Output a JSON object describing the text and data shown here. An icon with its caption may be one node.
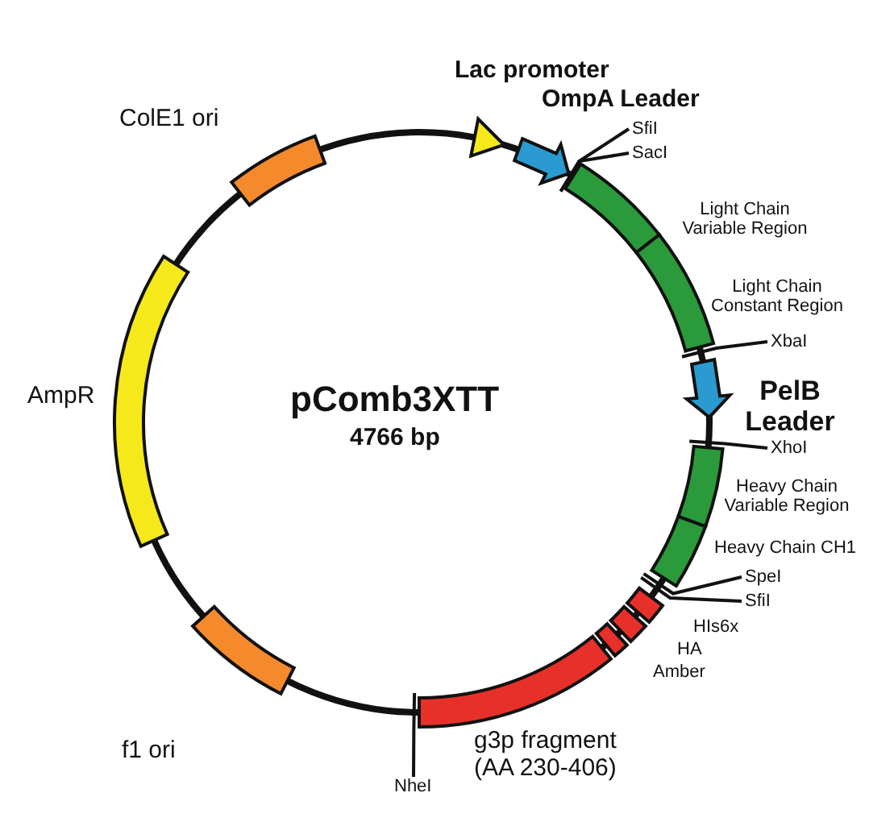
{
  "diagram": {
    "nodes": [
      {
        "text": [
          "Lac promoter"
        ]
      },
      {
        "text": [
          "OmpA Leader"
        ]
      },
      {
        "text": [
          "SfiI"
        ]
      },
      {
        "text": [
          "SacI"
        ]
      },
      {
        "text": [
          "Light Chain Variable Region"
        ]
      },
      {
        "text": [
          "Light Chain Constant Region"
        ]
      },
      {
        "text": [
          "XbaI"
        ]
      },
      {
        "text": [
          "PelB Leader"
        ]
      },
      {
        "text": [
          "XhoI"
        ]
      },
      {
        "text": [
          "Heavy Chain Variable Region"
        ]
      },
      {
        "text": [
          "Heavy Chain CH1"
        ]
      },
      {
        "text": [
          "SpeI"
        ]
      },
      {
        "text": [
          "SfiI"
        ]
      },
      {
        "text": [
          "HIs6x"
        ]
      },
      {
        "text": [
          "HA"
        ]
      },
      {
        "text": [
          "Amber"
        ]
      },
      {
        "text": [
          "g3p fragment",
          "(AA 230-406)"
        ]
      },
      {
        "text": [
          "NheI"
        ]
      },
      {
        "text": [
          "f1 ori"
        ]
      },
      {
        "text": [
          "AmpR"
        ]
      },
      {
        "text": [
          "ColE1 ori"
        ]
      }
    ],
    "edges": [
      {
        "from": 2,
        "to": null,
        "arrow": "none"
      },
      {
        "from": 3,
        "to": null,
        "arrow": "none"
      },
      {
        "from": 6,
        "to": null,
        "arrow": "none"
      },
      {
        "from": 8,
        "to": null,
        "arrow": "none"
      },
      {
        "from": 11,
        "to": null,
        "arrow": "none"
      },
      {
        "from": 12,
        "to": null,
        "arrow": "none"
      },
      {
        "from": 17,
        "to": null,
        "arrow": "none"
      }
    ],
    "labels": [
      "pComb3XTT",
      "4766 bp"
    ]
  }
}
